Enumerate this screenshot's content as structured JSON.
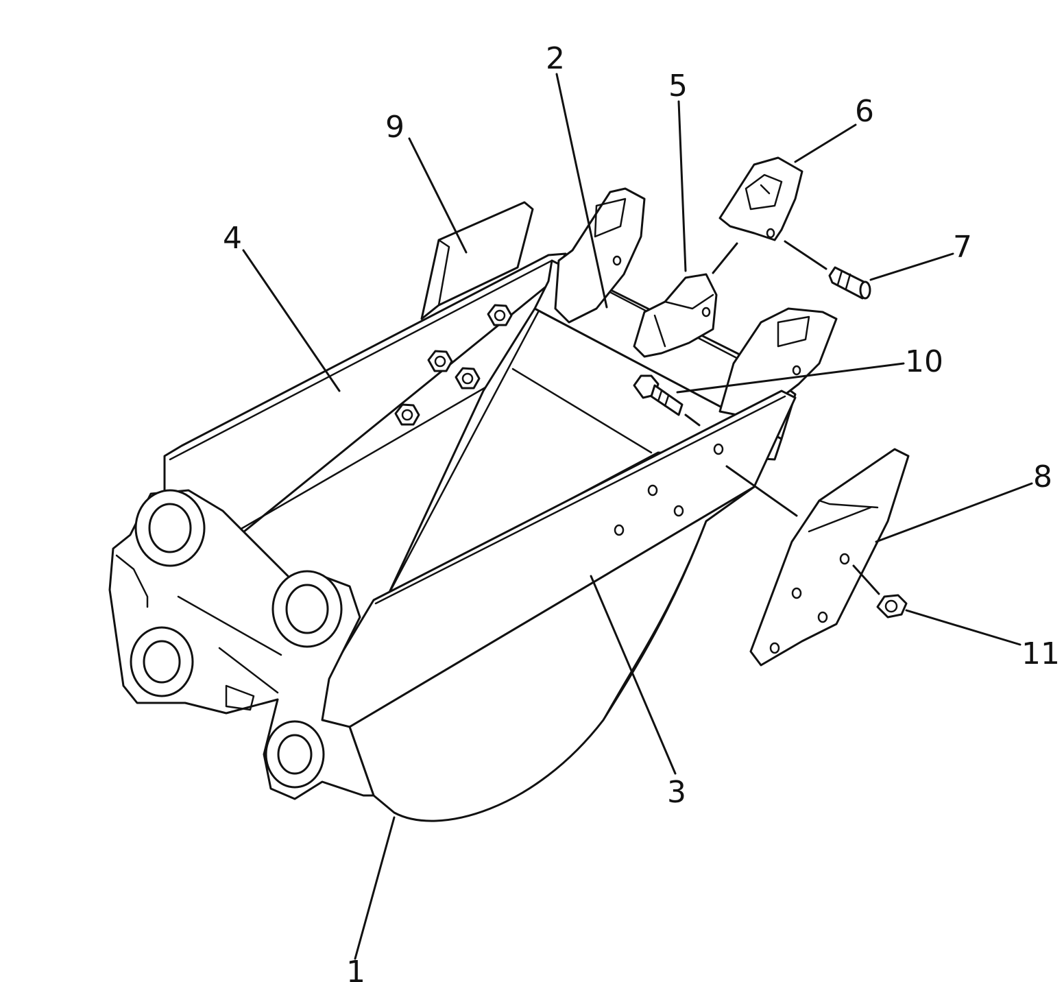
{
  "callouts": [
    {
      "id": "1",
      "label": "1",
      "part": "bucket-shell"
    },
    {
      "id": "2",
      "label": "2",
      "part": "bottom-plate"
    },
    {
      "id": "3",
      "label": "3",
      "part": "right-side-plate"
    },
    {
      "id": "4",
      "label": "4",
      "part": "left-side-plate"
    },
    {
      "id": "5",
      "label": "5",
      "part": "tooth-adapter"
    },
    {
      "id": "6",
      "label": "6",
      "part": "tooth-point"
    },
    {
      "id": "7",
      "label": "7",
      "part": "tooth-pin"
    },
    {
      "id": "8",
      "label": "8",
      "part": "side-cutter"
    },
    {
      "id": "9",
      "label": "9",
      "part": "wear-plate"
    },
    {
      "id": "10",
      "label": "10",
      "part": "bolt"
    },
    {
      "id": "11",
      "label": "11",
      "part": "nut"
    }
  ],
  "colors": {
    "line": "#111111",
    "background": "#ffffff"
  }
}
